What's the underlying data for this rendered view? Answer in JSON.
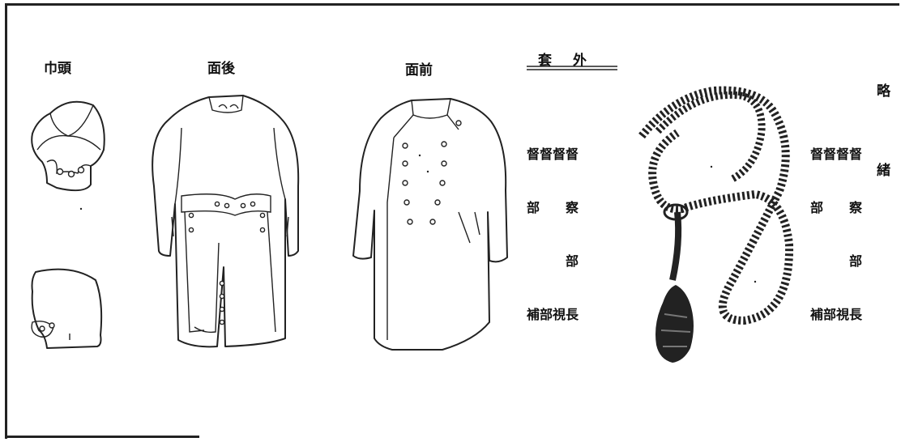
{
  "labels": {
    "hood": "巾頭",
    "back": "面後",
    "front": "面前",
    "overcoat": "套外",
    "aiguillette_head": "略",
    "aiguillette": "緒"
  },
  "columns": {
    "coat": [
      "督督督督",
      "部　　察",
      "　　　部",
      "補部視長"
    ],
    "cord": [
      "督督督督",
      "部　　察",
      "　　　部",
      "補部視長"
    ]
  }
}
